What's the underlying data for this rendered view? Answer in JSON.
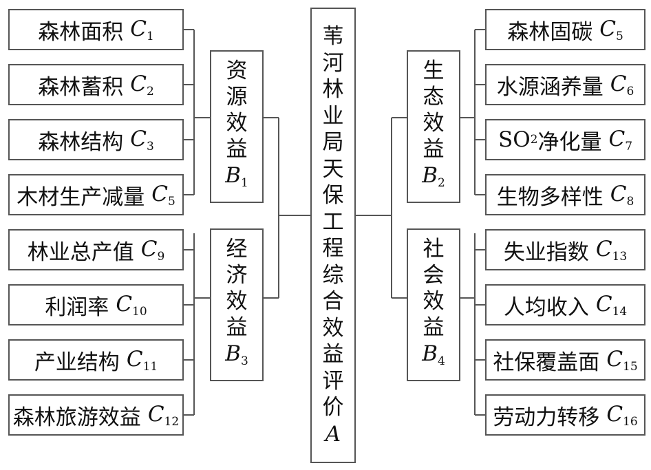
{
  "title": {
    "chars": [
      "苇",
      "河",
      "林",
      "业",
      "局",
      "天",
      "保",
      "工",
      "程",
      "综",
      "合",
      "效",
      "益",
      "评",
      "价"
    ],
    "var": "A"
  },
  "groups": [
    {
      "id": "b1",
      "chars": [
        "资",
        "源",
        "效",
        "益"
      ],
      "var": "B",
      "sub": "1"
    },
    {
      "id": "b3",
      "chars": [
        "经",
        "济",
        "效",
        "益"
      ],
      "var": "B",
      "sub": "3"
    },
    {
      "id": "b2",
      "chars": [
        "生",
        "态",
        "效",
        "益"
      ],
      "var": "B",
      "sub": "2"
    },
    {
      "id": "b4",
      "chars": [
        "社",
        "会",
        "效",
        "益"
      ],
      "var": "B",
      "sub": "4"
    }
  ],
  "indicators": {
    "b1": [
      {
        "text": "森林面积",
        "var": "C",
        "sub": "1"
      },
      {
        "text": "森林蓄积",
        "var": "C",
        "sub": "2"
      },
      {
        "text": "森林结构",
        "var": "C",
        "sub": "3"
      },
      {
        "text": "木材生产减量",
        "var": "C",
        "sub": "5"
      }
    ],
    "b3": [
      {
        "text": "林业总产值",
        "var": "C",
        "sub": "9"
      },
      {
        "text": "利润率",
        "var": "C",
        "sub": "10"
      },
      {
        "text": "产业结构",
        "var": "C",
        "sub": "11"
      },
      {
        "text": "森林旅游效益",
        "var": "C",
        "sub": "12"
      }
    ],
    "b2": [
      {
        "text": "森林固碳",
        "var": "C",
        "sub": "5"
      },
      {
        "text": "水源涵养量",
        "var": "C",
        "sub": "6"
      },
      {
        "text": "SO",
        "text_sub": "2",
        "text2": " 净化量",
        "var": "C",
        "sub": "7"
      },
      {
        "text": "生物多样性",
        "var": "C",
        "sub": "8"
      }
    ],
    "b4": [
      {
        "text": "失业指数",
        "var": "C",
        "sub": "13"
      },
      {
        "text": "人均收入",
        "var": "C",
        "sub": "14"
      },
      {
        "text": "社保覆盖面",
        "var": "C",
        "sub": "15"
      },
      {
        "text": "劳动力转移",
        "var": "C",
        "sub": "16"
      }
    ]
  }
}
